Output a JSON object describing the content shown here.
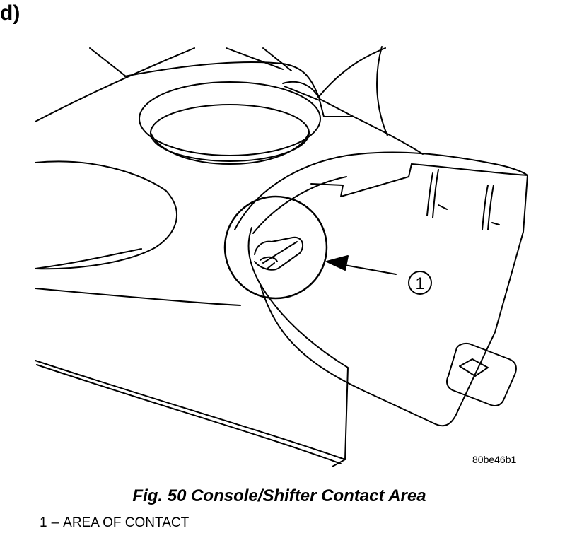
{
  "figure": {
    "corner_mark": "d)",
    "reference_code": "80be46b1",
    "caption": "Fig. 50 Console/Shifter Contact Area",
    "callouts": [
      {
        "number": "1",
        "label": "AREA OF CONTACT"
      }
    ],
    "legend": [
      {
        "number": "1",
        "separator": "–",
        "label": "AREA OF CONTACT"
      }
    ]
  }
}
